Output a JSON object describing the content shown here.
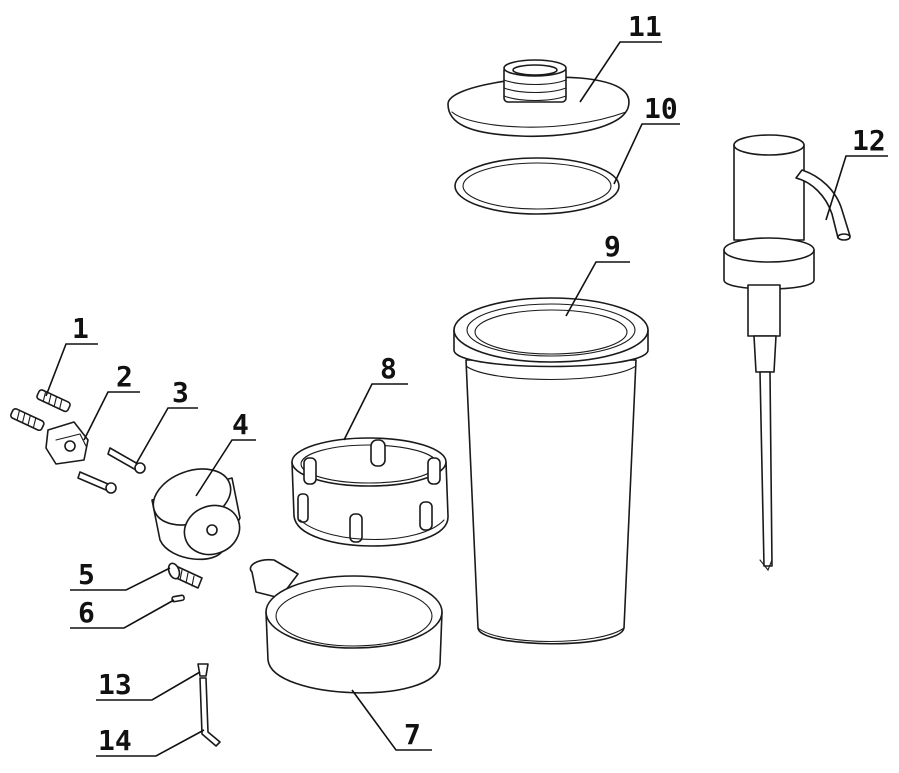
{
  "parts": [
    {
      "id": "1",
      "label": "1"
    },
    {
      "id": "2",
      "label": "2"
    },
    {
      "id": "3",
      "label": "3"
    },
    {
      "id": "4",
      "label": "4"
    },
    {
      "id": "5",
      "label": "5"
    },
    {
      "id": "6",
      "label": "6"
    },
    {
      "id": "7",
      "label": "7"
    },
    {
      "id": "8",
      "label": "8"
    },
    {
      "id": "9",
      "label": "9"
    },
    {
      "id": "10",
      "label": "10"
    },
    {
      "id": "11",
      "label": "11"
    },
    {
      "id": "12",
      "label": "12"
    },
    {
      "id": "13",
      "label": "13"
    },
    {
      "id": "14",
      "label": "14"
    }
  ],
  "colors": {
    "line": "#1a1a1a",
    "background": "#ffffff"
  }
}
